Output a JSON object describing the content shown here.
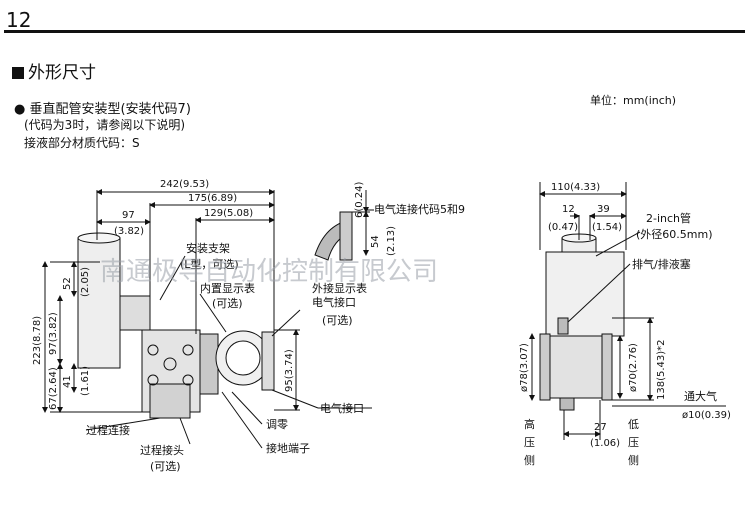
{
  "page_number": "12",
  "section_title": "外形尺寸",
  "subtitle": {
    "line1": "垂直配管安装型(安装代码7)",
    "line2": "(代码为3时，请参阅以下说明)",
    "line3": "接液部分材质代码：S"
  },
  "unit": "单位：mm(inch)",
  "watermark": "南通极导自动化控制有限公司",
  "dims_left": {
    "d242": "242(9.53)",
    "d175": "175(6.89)",
    "d129": "129(5.08)",
    "d97a": "97",
    "d97b": "(3.82)",
    "d52": "52",
    "d205": "(2.05)",
    "d223": "223(8.78)",
    "d97v": "97(3.82)",
    "d41": "41",
    "d161": "(1.61)",
    "d67": "67(2.64)",
    "d95": "95(3.74)",
    "d6": "6(0.24)",
    "d54": "54",
    "d213": "(2.13)"
  },
  "labels_left": {
    "bracket_1": "安装支架",
    "bracket_2": "(L型，可选)",
    "indicator_1": "内置显示表",
    "indicator_2": "(可选)",
    "ext_1": "外接显示表",
    "ext_2": "电气接口",
    "ext_3": "(可选)",
    "elec_code": "电气连接代码5和9",
    "elec_port": "电气接口",
    "zero": "调零",
    "ground": "接地端子",
    "process_conn": "过程连接",
    "process_head_1": "过程接头",
    "process_head_2": "(可选)"
  },
  "dims_right": {
    "d110": "110(4.33)",
    "d12": "12",
    "d047": "(0.47)",
    "d39": "39",
    "d154": "(1.54)",
    "d78": "ø78(3.07)",
    "d70": "ø70(2.76)",
    "d138": "138(5.43)*2",
    "d10": "ø10(0.39)",
    "d27": "27",
    "d106": "(1.06)"
  },
  "labels_right": {
    "pipe_1": "2-inch管",
    "pipe_2": "(外径60.5mm)",
    "vent": "排气/排液塞",
    "atm": "通大气",
    "high": [
      "高",
      "压",
      "侧"
    ],
    "low": [
      "低",
      "压",
      "侧"
    ]
  }
}
